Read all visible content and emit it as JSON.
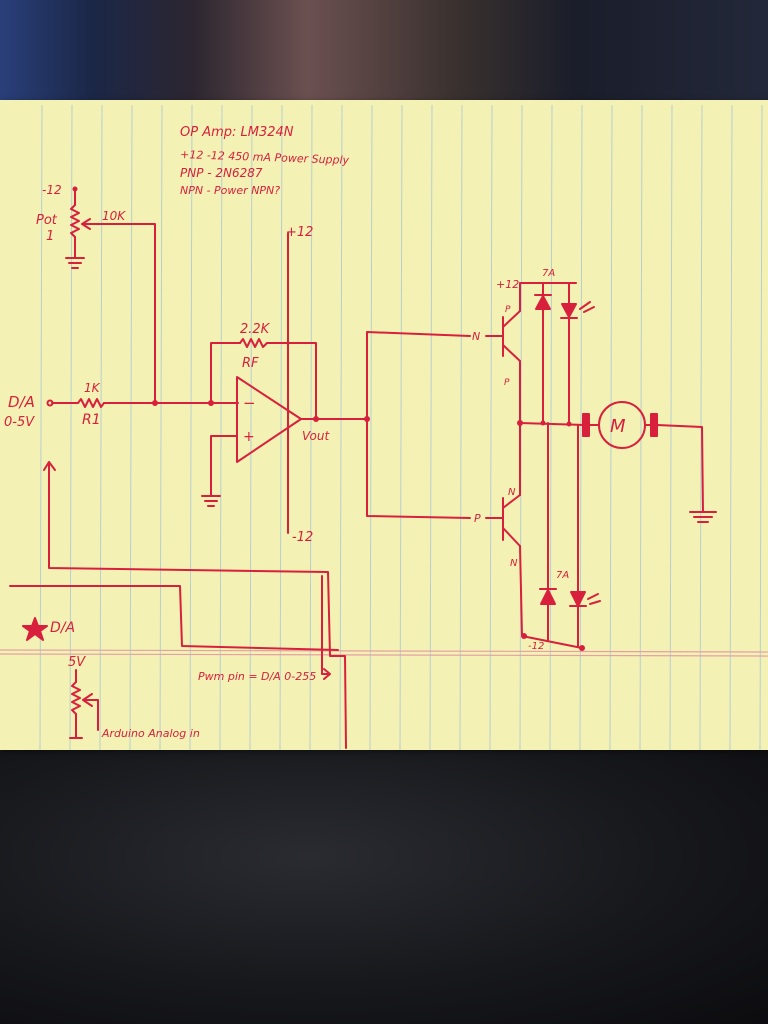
{
  "notes": {
    "line1": "OP Amp: LM324N",
    "line2": "+12 -12 450 mA Power Supply",
    "line3": "PNP - 2N6287",
    "line4": "NPN - Power NPN?"
  },
  "left_input": {
    "pot_supply": "-12",
    "pot_name": "Pot",
    "pot_number": "1",
    "pot_value": "10K",
    "da_label": "D/A",
    "da_range": "0-5V",
    "r1_value": "1K",
    "r1_name": "R1"
  },
  "opamp": {
    "rf_value": "2.2K",
    "rf_name": "RF",
    "minus": "−",
    "plus": "+",
    "vout": "Vout",
    "vplus": "+12",
    "vminus": "-12"
  },
  "h_bridge": {
    "supply_top": "+12",
    "supply_bottom": "-12",
    "n_label_top_input": "N",
    "p_label_top_base": "P",
    "p_label_top_emitter": "P",
    "p_label_bottom_input": "P",
    "n_label_bottom_base": "N",
    "n_label_bottom_emitter": "N",
    "motor": "M",
    "diode_top_mark": "7A",
    "diode_bottom_mark": "7A"
  },
  "arduino_section": {
    "da_label": "D/A",
    "supply": "5V",
    "pot_label": "Arduino Analog in",
    "pwm_label": "Pwm pin = D/A 0-255"
  },
  "colors": {
    "ink": "#d8203d",
    "paper": "#f3f2b4",
    "rule_line": "#a9c6d8",
    "margin_line": "#e5a0a5"
  }
}
